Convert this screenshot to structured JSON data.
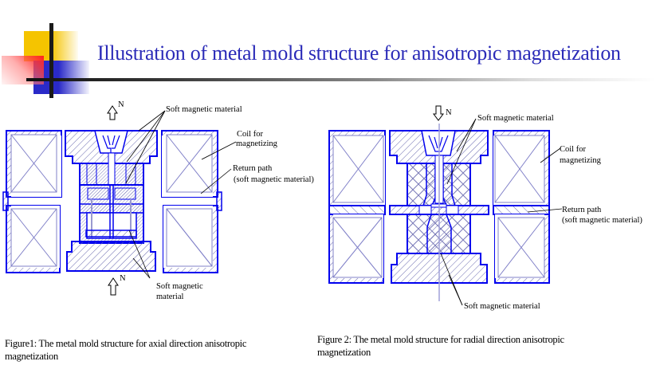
{
  "slide": {
    "title": "Illustration of metal mold structure for anisotropic magnetization",
    "accent_colors": {
      "title": "#2b2bb8",
      "line": "#0000ee",
      "yellow": "#f5c400",
      "red": "#ff2020",
      "blue": "#2a2ac8"
    }
  },
  "figure1": {
    "north_top": "N",
    "north_bottom": "N",
    "labels": {
      "soft_magnetic_top": "Soft magnetic material",
      "coil_line1": "Coil for",
      "coil_line2": "magnetizing",
      "return_line1": "Return path",
      "return_line2": "(soft magnetic material)",
      "soft_magnetic_bottom_line1": "Soft magnetic",
      "soft_magnetic_bottom_line2": "material"
    },
    "caption_line1": "Figure1: The metal mold structure for axial direction anisotropic",
    "caption_line2": "magnetization"
  },
  "figure2": {
    "north_top": "N",
    "labels": {
      "soft_magnetic_top": "Soft magnetic material",
      "coil_line1": "Coil for",
      "coil_line2": "magnetizing",
      "return_line1": "Return path",
      "return_line2": "(soft magnetic material)",
      "soft_magnetic_bottom": "Soft magnetic material"
    },
    "caption_line1": "Figure 2: The metal mold structure for radial direction anisotropic",
    "caption_line2": "magnetization"
  }
}
